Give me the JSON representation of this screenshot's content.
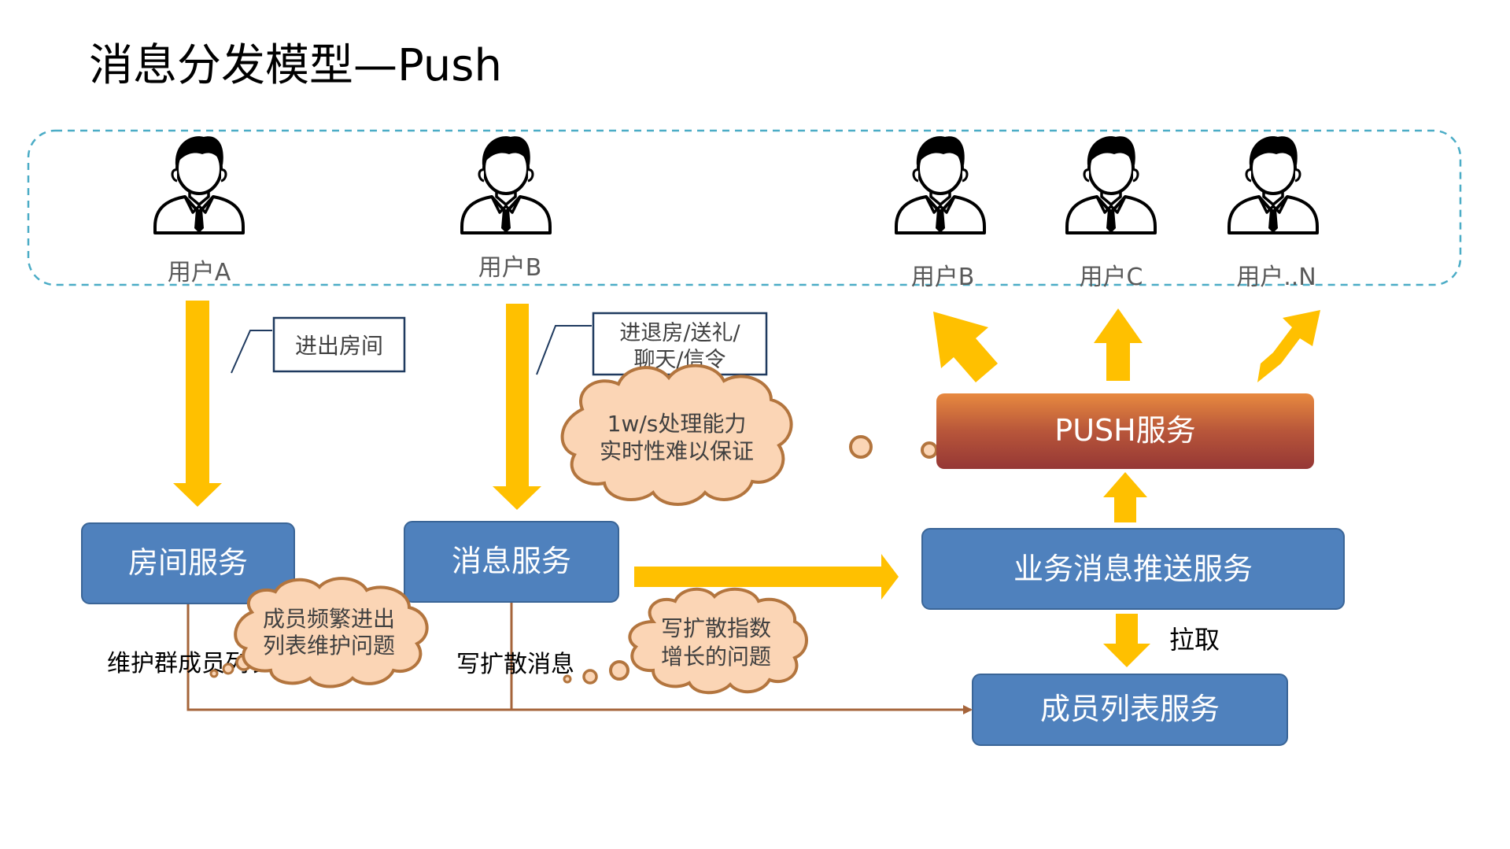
{
  "title": "消息分发模型—Push",
  "users": {
    "a": "用户A",
    "b_left": "用户B",
    "b_right": "用户B",
    "c": "用户C",
    "n": "用户..N"
  },
  "services": {
    "room": "房间服务",
    "message": "消息服务",
    "business_push": "业务消息推送服务",
    "push": "PUSH服务",
    "member_list": "成员列表服务"
  },
  "callouts": {
    "enter_exit": "进出房间",
    "actions_line1": "进退房/送礼/",
    "actions_line2": "聊天/信令"
  },
  "clouds": {
    "capacity_line1": "1w/s处理能力",
    "capacity_line2": "实时性难以保证",
    "member_line1": "成员频繁进出",
    "member_line2": "列表维护问题",
    "diffusion_line1": "写扩散指数",
    "diffusion_line2": "增长的问题"
  },
  "labels": {
    "maintain_group": "维护群成员列表",
    "write_diffusion": "写扩散消息",
    "pull": "拉取"
  },
  "colors": {
    "arrow_yellow": "#FFC000",
    "box_blue": "#4F81BD",
    "box_blue_border": "#3A6597",
    "cloud_fill": "#FBD5B5",
    "cloud_stroke": "#B3753E",
    "push_top": "#E8893F",
    "push_bottom": "#953735",
    "dash_border": "#4BACC6",
    "line_brown": "#A5643A"
  },
  "icons": [
    "user-avatar-icon"
  ]
}
